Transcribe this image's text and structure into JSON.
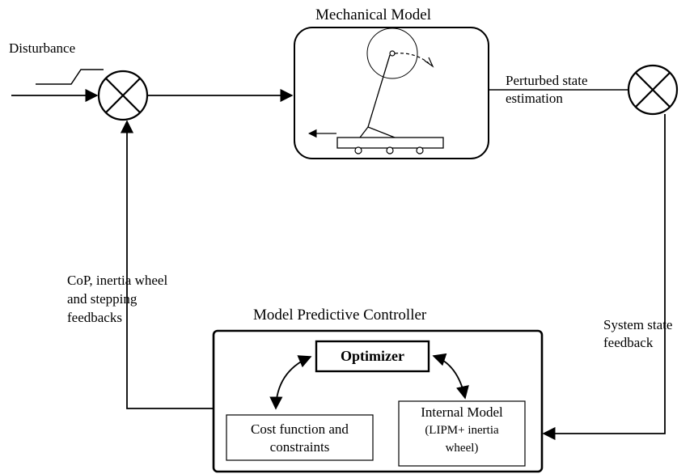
{
  "labels": {
    "disturbance": "Disturbance",
    "mechanical_model_title": "Mechanical Model",
    "perturbed_line1": "Perturbed state",
    "perturbed_line2": "estimation",
    "feedback_left_line1": "CoP, inertia wheel",
    "feedback_left_line2": "and stepping",
    "feedback_left_line3": "feedbacks",
    "system_state_line1": "System state",
    "system_state_line2": "feedback",
    "mpc_title": "Model Predictive Controller",
    "optimizer": "Optimizer",
    "cost_line1": "Cost function and",
    "cost_line2": "constraints",
    "internal_line1": "Internal Model",
    "internal_line2": "(LIPM+ inertia",
    "internal_line3": "wheel)"
  }
}
